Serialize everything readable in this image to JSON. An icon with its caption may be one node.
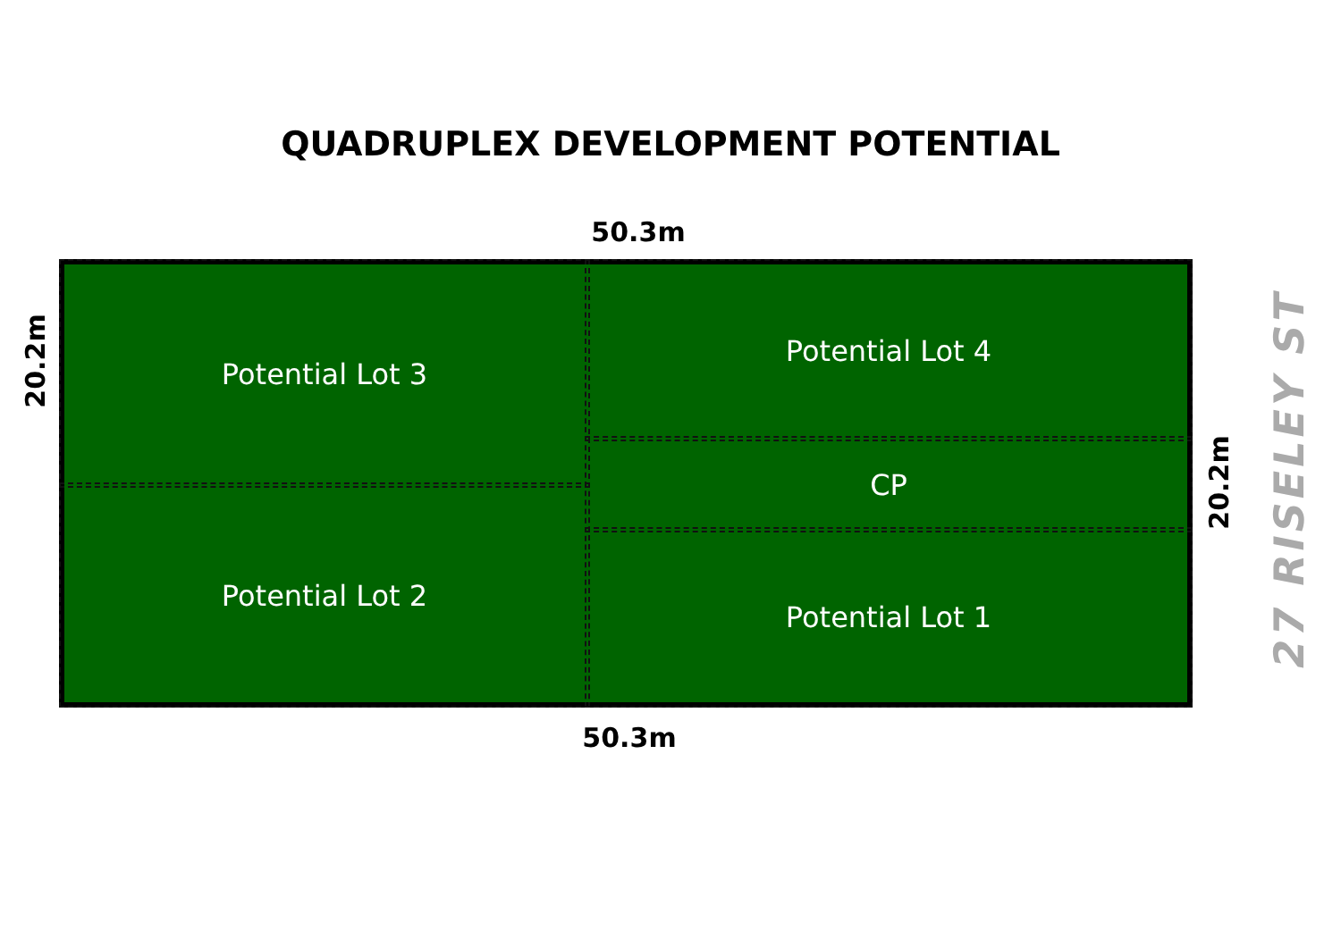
{
  "diagram": {
    "title": "QUADRUPLEX DEVELOPMENT POTENTIAL",
    "nodes": [
      {
        "text": [],
        "shape": "box"
      },
      {
        "text": [
          "Potential Lot 3"
        ],
        "in": 0
      },
      {
        "text": [
          "Potential Lot 4"
        ],
        "in": 0
      },
      {
        "text": [
          "CP"
        ],
        "in": 0
      },
      {
        "text": [
          "Potential Lot 2"
        ],
        "in": 0
      },
      {
        "text": [
          "Potential Lot 1"
        ],
        "in": 0
      }
    ],
    "labels": [
      "50.3m",
      "20.2m",
      "20.2m",
      "50.3m",
      "27 RISELEY ST"
    ]
  }
}
